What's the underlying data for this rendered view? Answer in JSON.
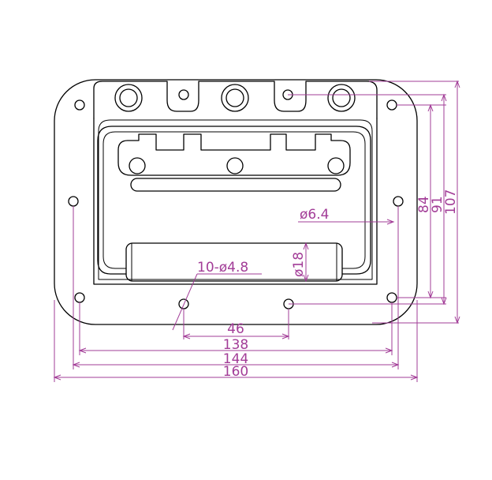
{
  "drawing": {
    "title": "",
    "line_color": "#000000",
    "dimension_color": "#a23c97",
    "dimensions": {
      "overall_width": "160",
      "outer_hole_span": "144",
      "inner_hole_span": "138",
      "hole_pitch": "46",
      "overall_height": "107",
      "outer_hole_height": "91",
      "inner_hole_height": "84",
      "small_hole_dia": "ø6.4",
      "mount_holes": "10-ø4.8",
      "handle_dia": "ø18"
    }
  }
}
